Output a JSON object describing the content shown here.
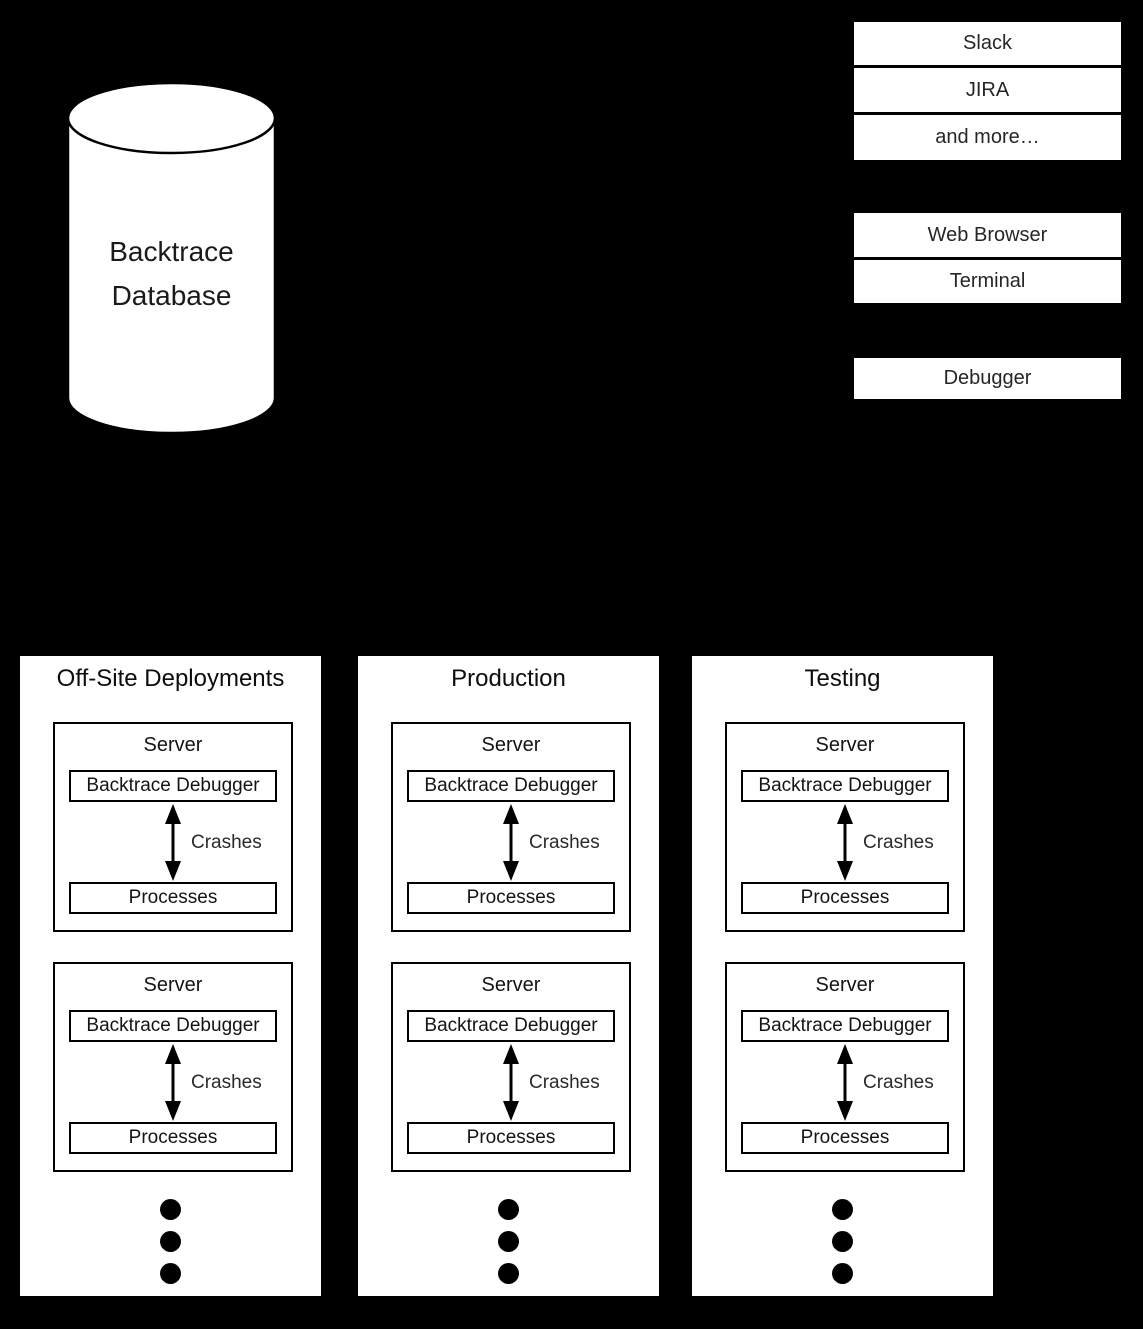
{
  "colors": {
    "background": "#000000",
    "surface": "#ffffff",
    "outline": "#000000",
    "text": "#1a1a1a"
  },
  "database": {
    "line1": "Backtrace",
    "line2": "Database"
  },
  "right_boxes": [
    {
      "label": "Slack"
    },
    {
      "label": "JIRA"
    },
    {
      "label": "and more…"
    },
    {
      "label": "Web Browser"
    },
    {
      "label": "Terminal"
    },
    {
      "label": "Debugger"
    }
  ],
  "panels": [
    {
      "title": "Off-Site Deployments",
      "servers": [
        {
          "title": "Server",
          "debugger_label": "Backtrace Debugger",
          "arrow_label": "Crashes",
          "processes_label": "Processes"
        },
        {
          "title": "Server",
          "debugger_label": "Backtrace Debugger",
          "arrow_label": "Crashes",
          "processes_label": "Processes"
        }
      ]
    },
    {
      "title": "Production",
      "servers": [
        {
          "title": "Server",
          "debugger_label": "Backtrace Debugger",
          "arrow_label": "Crashes",
          "processes_label": "Processes"
        },
        {
          "title": "Server",
          "debugger_label": "Backtrace Debugger",
          "arrow_label": "Crashes",
          "processes_label": "Processes"
        }
      ]
    },
    {
      "title": "Testing",
      "servers": [
        {
          "title": "Server",
          "debugger_label": "Backtrace Debugger",
          "arrow_label": "Crashes",
          "processes_label": "Processes"
        },
        {
          "title": "Server",
          "debugger_label": "Backtrace Debugger",
          "arrow_label": "Crashes",
          "processes_label": "Processes"
        }
      ]
    }
  ],
  "icons": {
    "database_cylinder": "database-cylinder-icon",
    "double_arrow": "double-arrow-icon",
    "vertical_ellipsis": "vertical-ellipsis-icon"
  }
}
